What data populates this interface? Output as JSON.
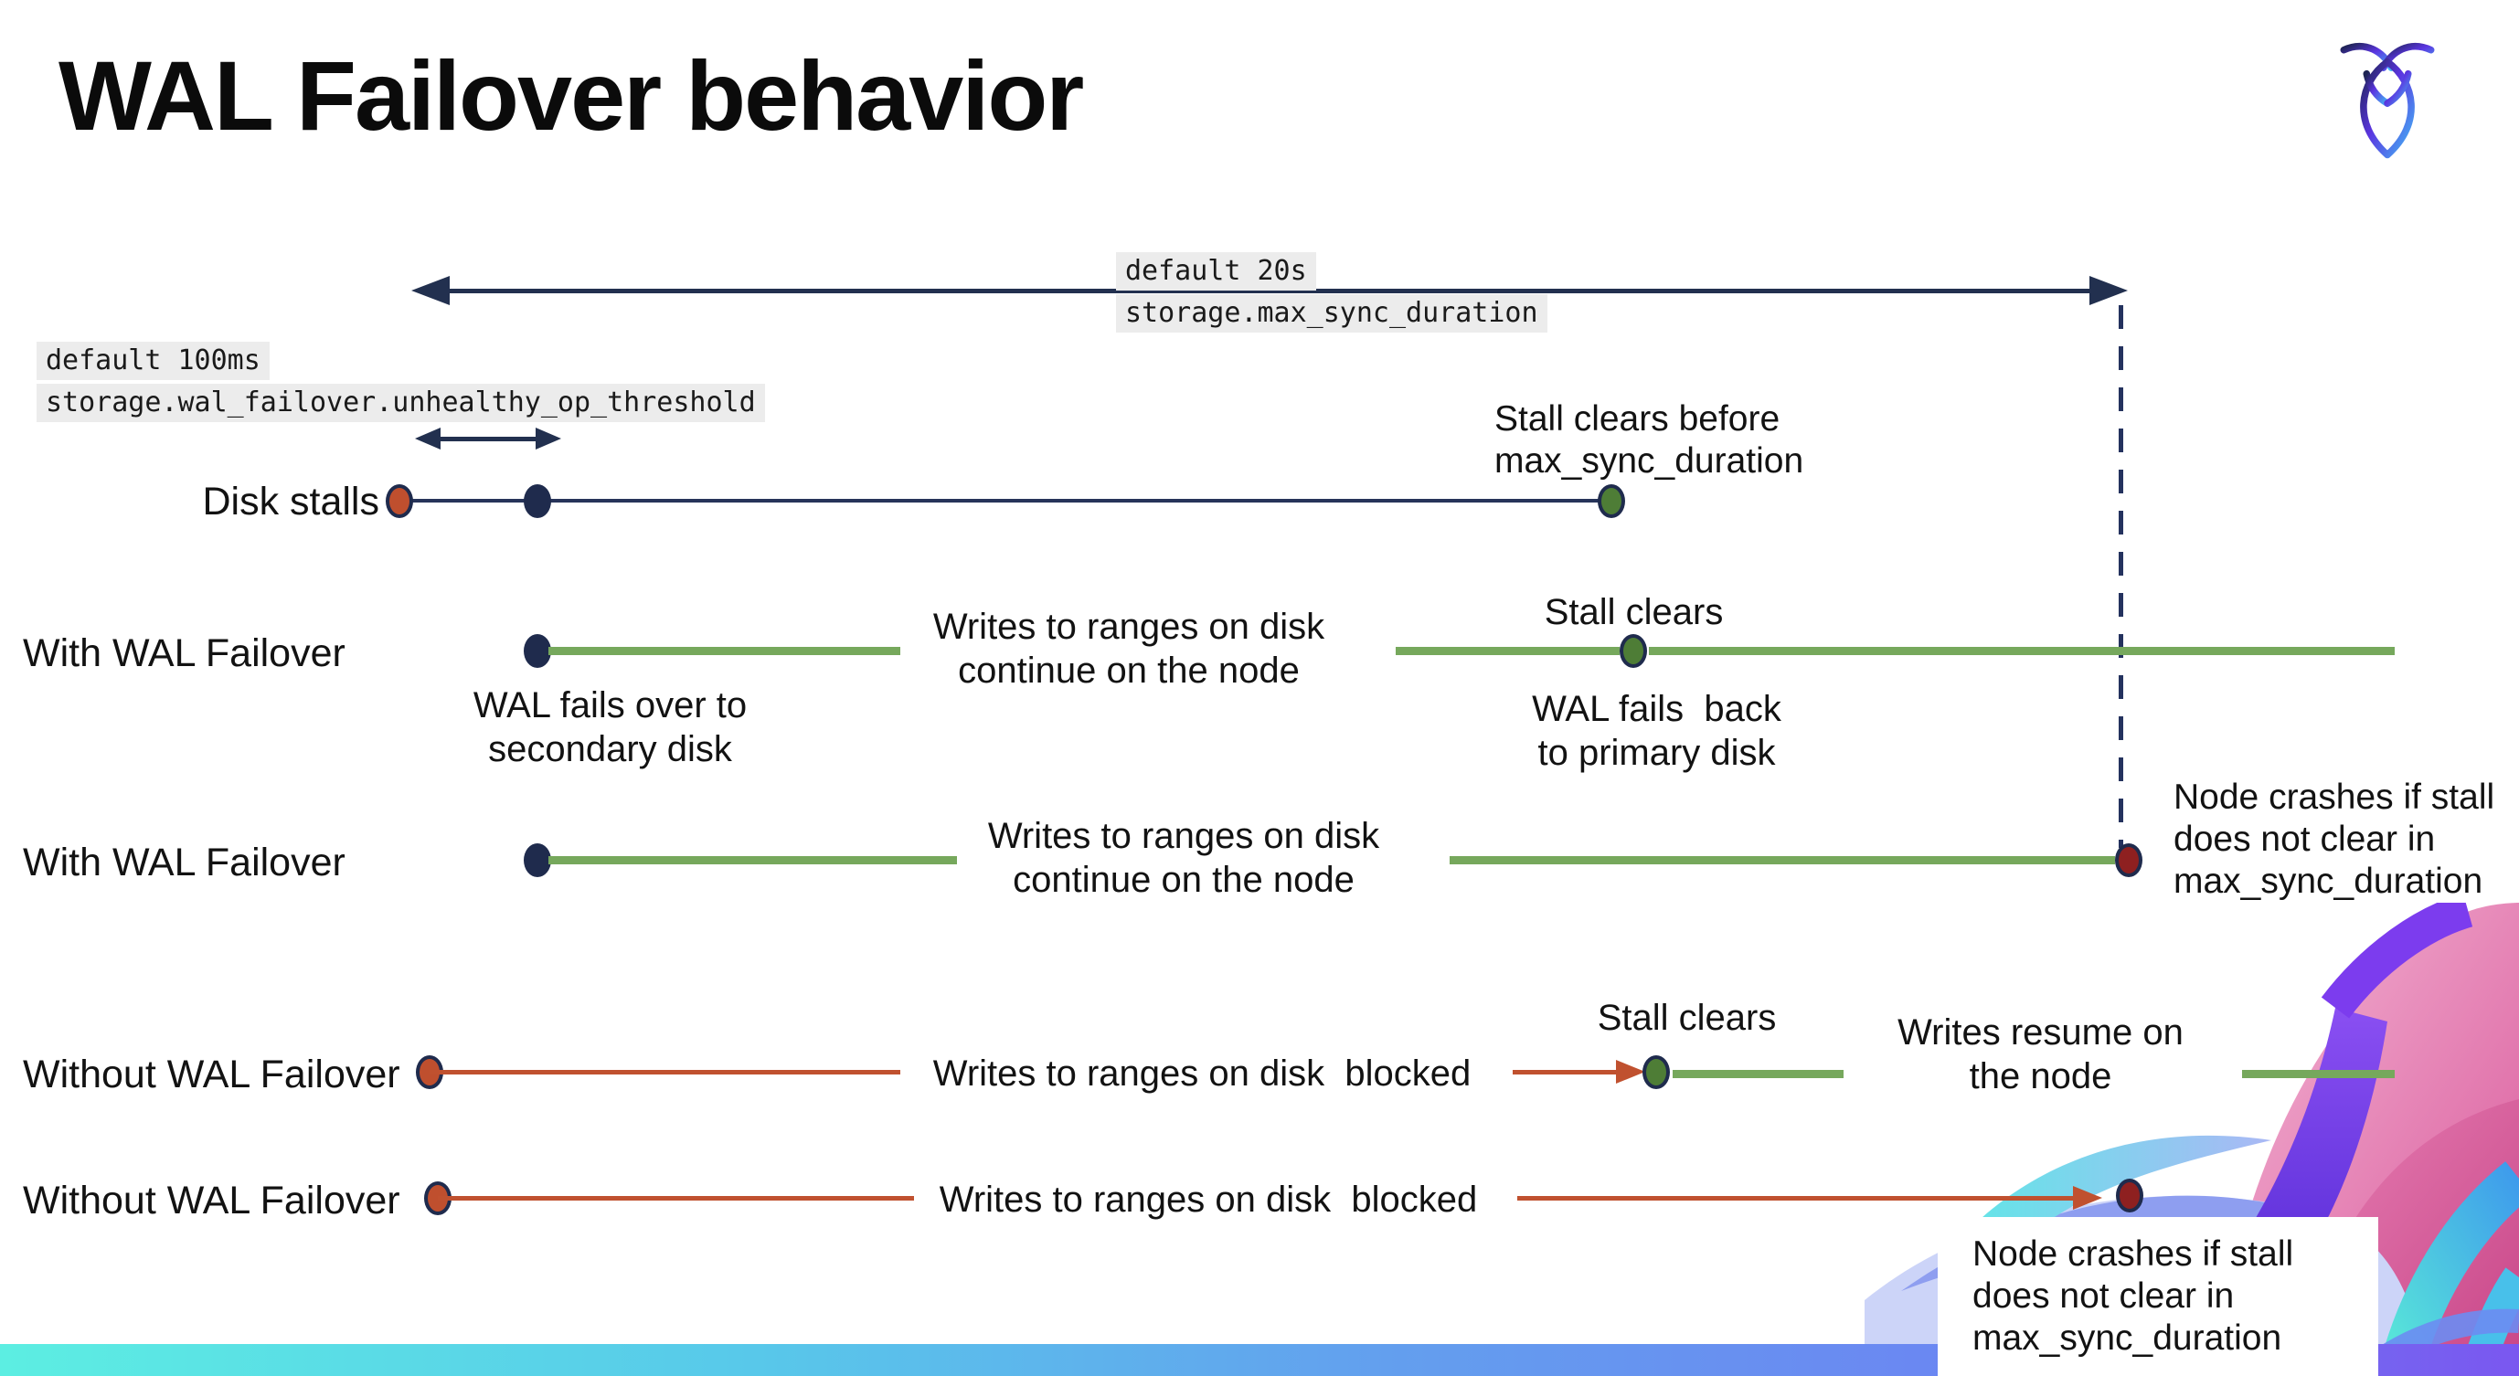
{
  "page": {
    "title": "WAL Failover behavior"
  },
  "icons": {
    "logo": "cockroachdb-logo"
  },
  "settings": {
    "max_sync_duration": {
      "default": "default 20s",
      "name": "storage.max_sync_duration"
    },
    "unhealthy_op_threshold": {
      "default": "default 100ms",
      "name": "storage.wal_failover.unhealthy_op_threshold"
    }
  },
  "rows": {
    "disk_stalls": {
      "label": "Disk stalls",
      "stall_clears_note": "Stall clears before\nmax_sync_duration"
    },
    "wal_failover_clear": {
      "label": "With WAL Failover",
      "failover_note": "WAL fails over to\nsecondary disk",
      "writes_note": "Writes to ranges on disk\ncontinue on the node",
      "stall_clears": "Stall clears",
      "failback_note": "WAL fails  back\nto primary disk"
    },
    "wal_failover_crash": {
      "label": "With WAL Failover",
      "writes_note": "Writes to ranges on disk\ncontinue on the node",
      "crash_note": "Node crashes if stall\ndoes not clear in\nmax_sync_duration"
    },
    "no_failover_clear": {
      "label": "Without WAL Failover",
      "blocked_note": "Writes to ranges on disk  blocked",
      "stall_clears": "Stall clears",
      "resume_note": "Writes resume on\nthe node"
    },
    "no_failover_crash": {
      "label": "Without WAL Failover",
      "blocked_note": "Writes to ranges on disk  blocked",
      "crash_note": "Node crashes if stall\ndoes not clear in\nmax_sync_duration"
    }
  },
  "colors": {
    "navy": "#1f2b4d",
    "green_line": "#76a85c",
    "green_dot": "#4e7d36",
    "red_line": "#c0512f",
    "red_dot": "#bf4f2e",
    "dark_red_dot": "#8e2020",
    "label_bg": "#ececec",
    "bar_gradient": [
      "#5ceee2",
      "#58c8ea",
      "#639fee",
      "#7a57f0"
    ]
  }
}
